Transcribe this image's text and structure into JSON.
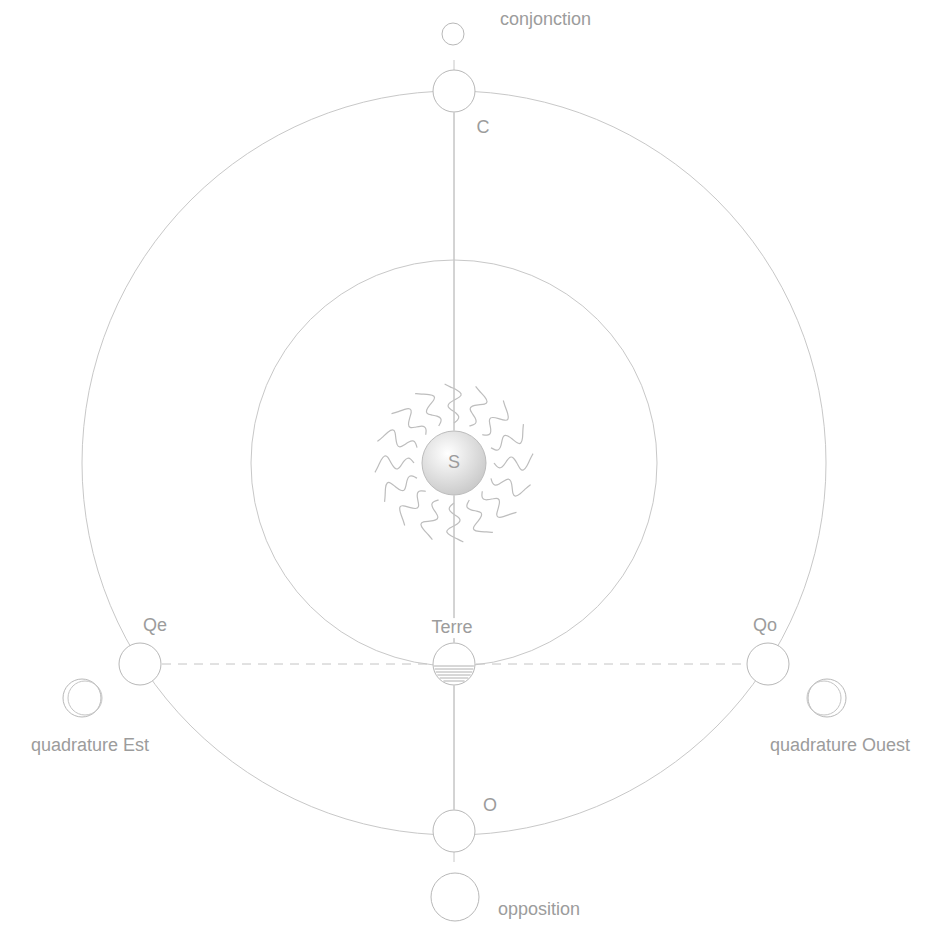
{
  "diagram": {
    "nodes": [
      {
        "text": [
          "conjonction"
        ]
      },
      {
        "text": [
          "C"
        ]
      },
      {
        "text": [
          "S"
        ]
      },
      {
        "text": [
          "Qe"
        ]
      },
      {
        "text": [
          "Terre"
        ]
      },
      {
        "text": [
          "Qo"
        ]
      },
      {
        "text": [
          "quadrature Est"
        ]
      },
      {
        "text": [
          "quadrature Ouest"
        ]
      },
      {
        "text": [
          "O"
        ]
      },
      {
        "text": [
          "opposition"
        ]
      }
    ],
    "edges": [
      {
        "from": 1,
        "to": 2,
        "arrow": "none"
      },
      {
        "from": 2,
        "to": 4,
        "arrow": "none"
      },
      {
        "from": 4,
        "to": 8,
        "arrow": "none"
      },
      {
        "from": 3,
        "to": 4,
        "arrow": "none"
      },
      {
        "from": 4,
        "to": 5,
        "arrow": "none"
      }
    ]
  }
}
